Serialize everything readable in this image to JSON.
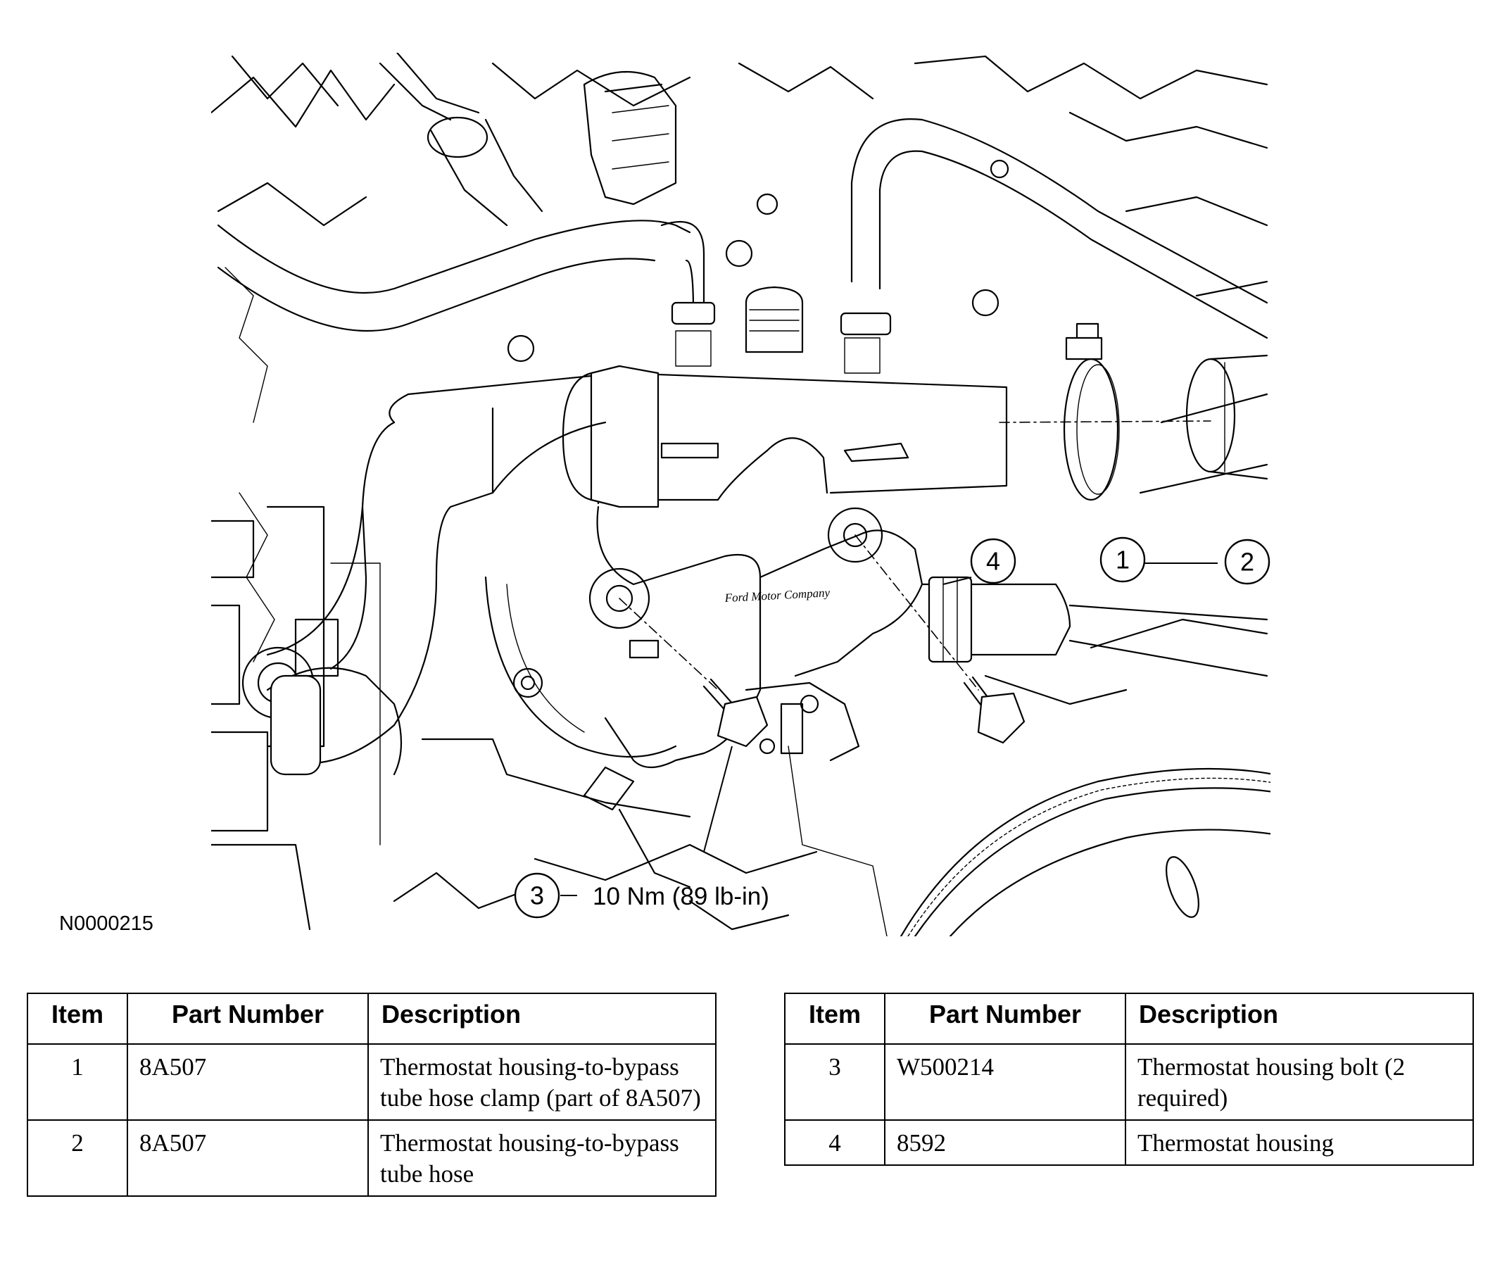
{
  "figure": {
    "id_label": "N0000215",
    "casting_logo": "Ford Motor Company",
    "callouts": [
      "1",
      "2",
      "3",
      "4"
    ],
    "torque_spec": "10 Nm (89 lb-in)"
  },
  "tables": [
    {
      "headers": {
        "item": "Item",
        "part_number": "Part Number",
        "description": "Description"
      },
      "rows": [
        {
          "item": "1",
          "part_number": "8A507",
          "description": "Thermostat housing-to-bypass tube hose clamp (part of 8A507)"
        },
        {
          "item": "2",
          "part_number": "8A507",
          "description": "Thermostat housing-to-bypass tube hose"
        }
      ]
    },
    {
      "headers": {
        "item": "Item",
        "part_number": "Part Number",
        "description": "Description"
      },
      "rows": [
        {
          "item": "3",
          "part_number": "W500214",
          "description": "Thermostat housing bolt (2 required)"
        },
        {
          "item": "4",
          "part_number": "8592",
          "description": "Thermostat housing"
        }
      ]
    }
  ]
}
